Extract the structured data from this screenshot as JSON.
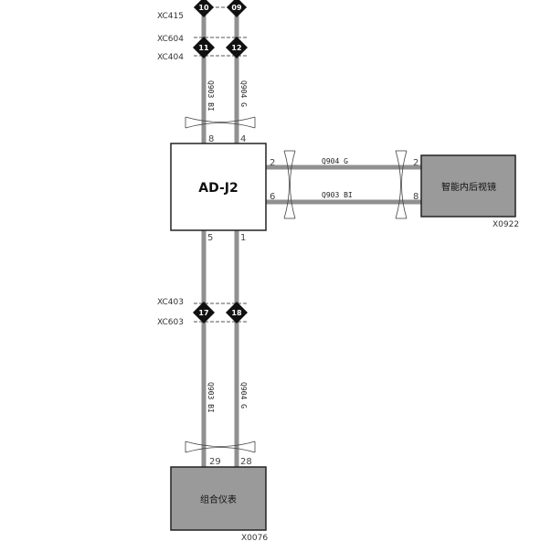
{
  "main_box": {
    "label": "AD-J2"
  },
  "mirror_box": {
    "label": "智能内后视镜",
    "ref": "X0922"
  },
  "cluster_box": {
    "label": "组合仪表",
    "ref": "X0076"
  },
  "top_connectors": {
    "xc415": "XC415",
    "xc604": "XC604",
    "xc404": "XC404"
  },
  "bottom_connectors": {
    "xc403": "XC403",
    "xc603": "XC603"
  },
  "nodes": {
    "n10": "10",
    "n09": "09",
    "n11": "11",
    "n12": "12",
    "n17": "17",
    "n18": "18"
  },
  "pins": {
    "adj2_top_left": "8",
    "adj2_top_right": "4",
    "adj2_right_upper": "2",
    "adj2_right_lower": "6",
    "adj2_bottom_left": "5",
    "adj2_bottom_right": "1",
    "mirror_upper": "2",
    "mirror_lower": "8",
    "cluster_left": "29",
    "cluster_right": "28"
  },
  "wires": {
    "top_left": "Q903 BI",
    "top_right": "Q904 G",
    "horiz_upper": "Q904 G",
    "horiz_lower": "Q903 BI",
    "bottom_left": "Q903 BI",
    "bottom_right": "Q904 G"
  }
}
